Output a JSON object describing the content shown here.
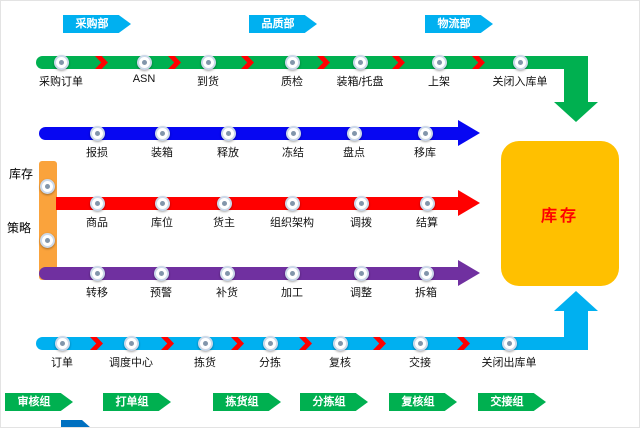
{
  "departments": [
    {
      "label": "采购部"
    },
    {
      "label": "品质部"
    },
    {
      "label": "物流部"
    }
  ],
  "inbound_line": {
    "color": "#00B050",
    "stations": [
      "采购订单",
      "ASN",
      "到货",
      "质检",
      "装箱/托盘",
      "上架",
      "关闭入库单"
    ]
  },
  "inventory_line": {
    "color": "#0707F2",
    "stations": [
      "报损",
      "装箱",
      "释放",
      "冻结",
      "盘点",
      "移库"
    ]
  },
  "master_line": {
    "color": "#FF0000",
    "stations": [
      "商品",
      "库位",
      "货主",
      "组织架构",
      "调拨",
      "结算"
    ]
  },
  "strategy_line": {
    "color": "#7030A0",
    "stations": [
      "转移",
      "预警",
      "补货",
      "加工",
      "调整",
      "拆箱"
    ]
  },
  "outbound_line": {
    "color": "#00B0F0",
    "stations": [
      "订单",
      "调度中心",
      "拣货",
      "分拣",
      "复核",
      "交接",
      "关闭出库单"
    ]
  },
  "side_labels": {
    "inventory": "库存",
    "strategy": "策略"
  },
  "inventory_box": {
    "label": "库存",
    "bg": "#FFC000",
    "text_color": "#FF0000"
  },
  "connector_color": "#FAA33C",
  "chevron_color": "#FF0000",
  "groups": [
    {
      "label": "审核组"
    },
    {
      "label": "打单组"
    },
    {
      "label": "拣货组"
    },
    {
      "label": "分拣组"
    },
    {
      "label": "复核组"
    },
    {
      "label": "交接组"
    }
  ]
}
